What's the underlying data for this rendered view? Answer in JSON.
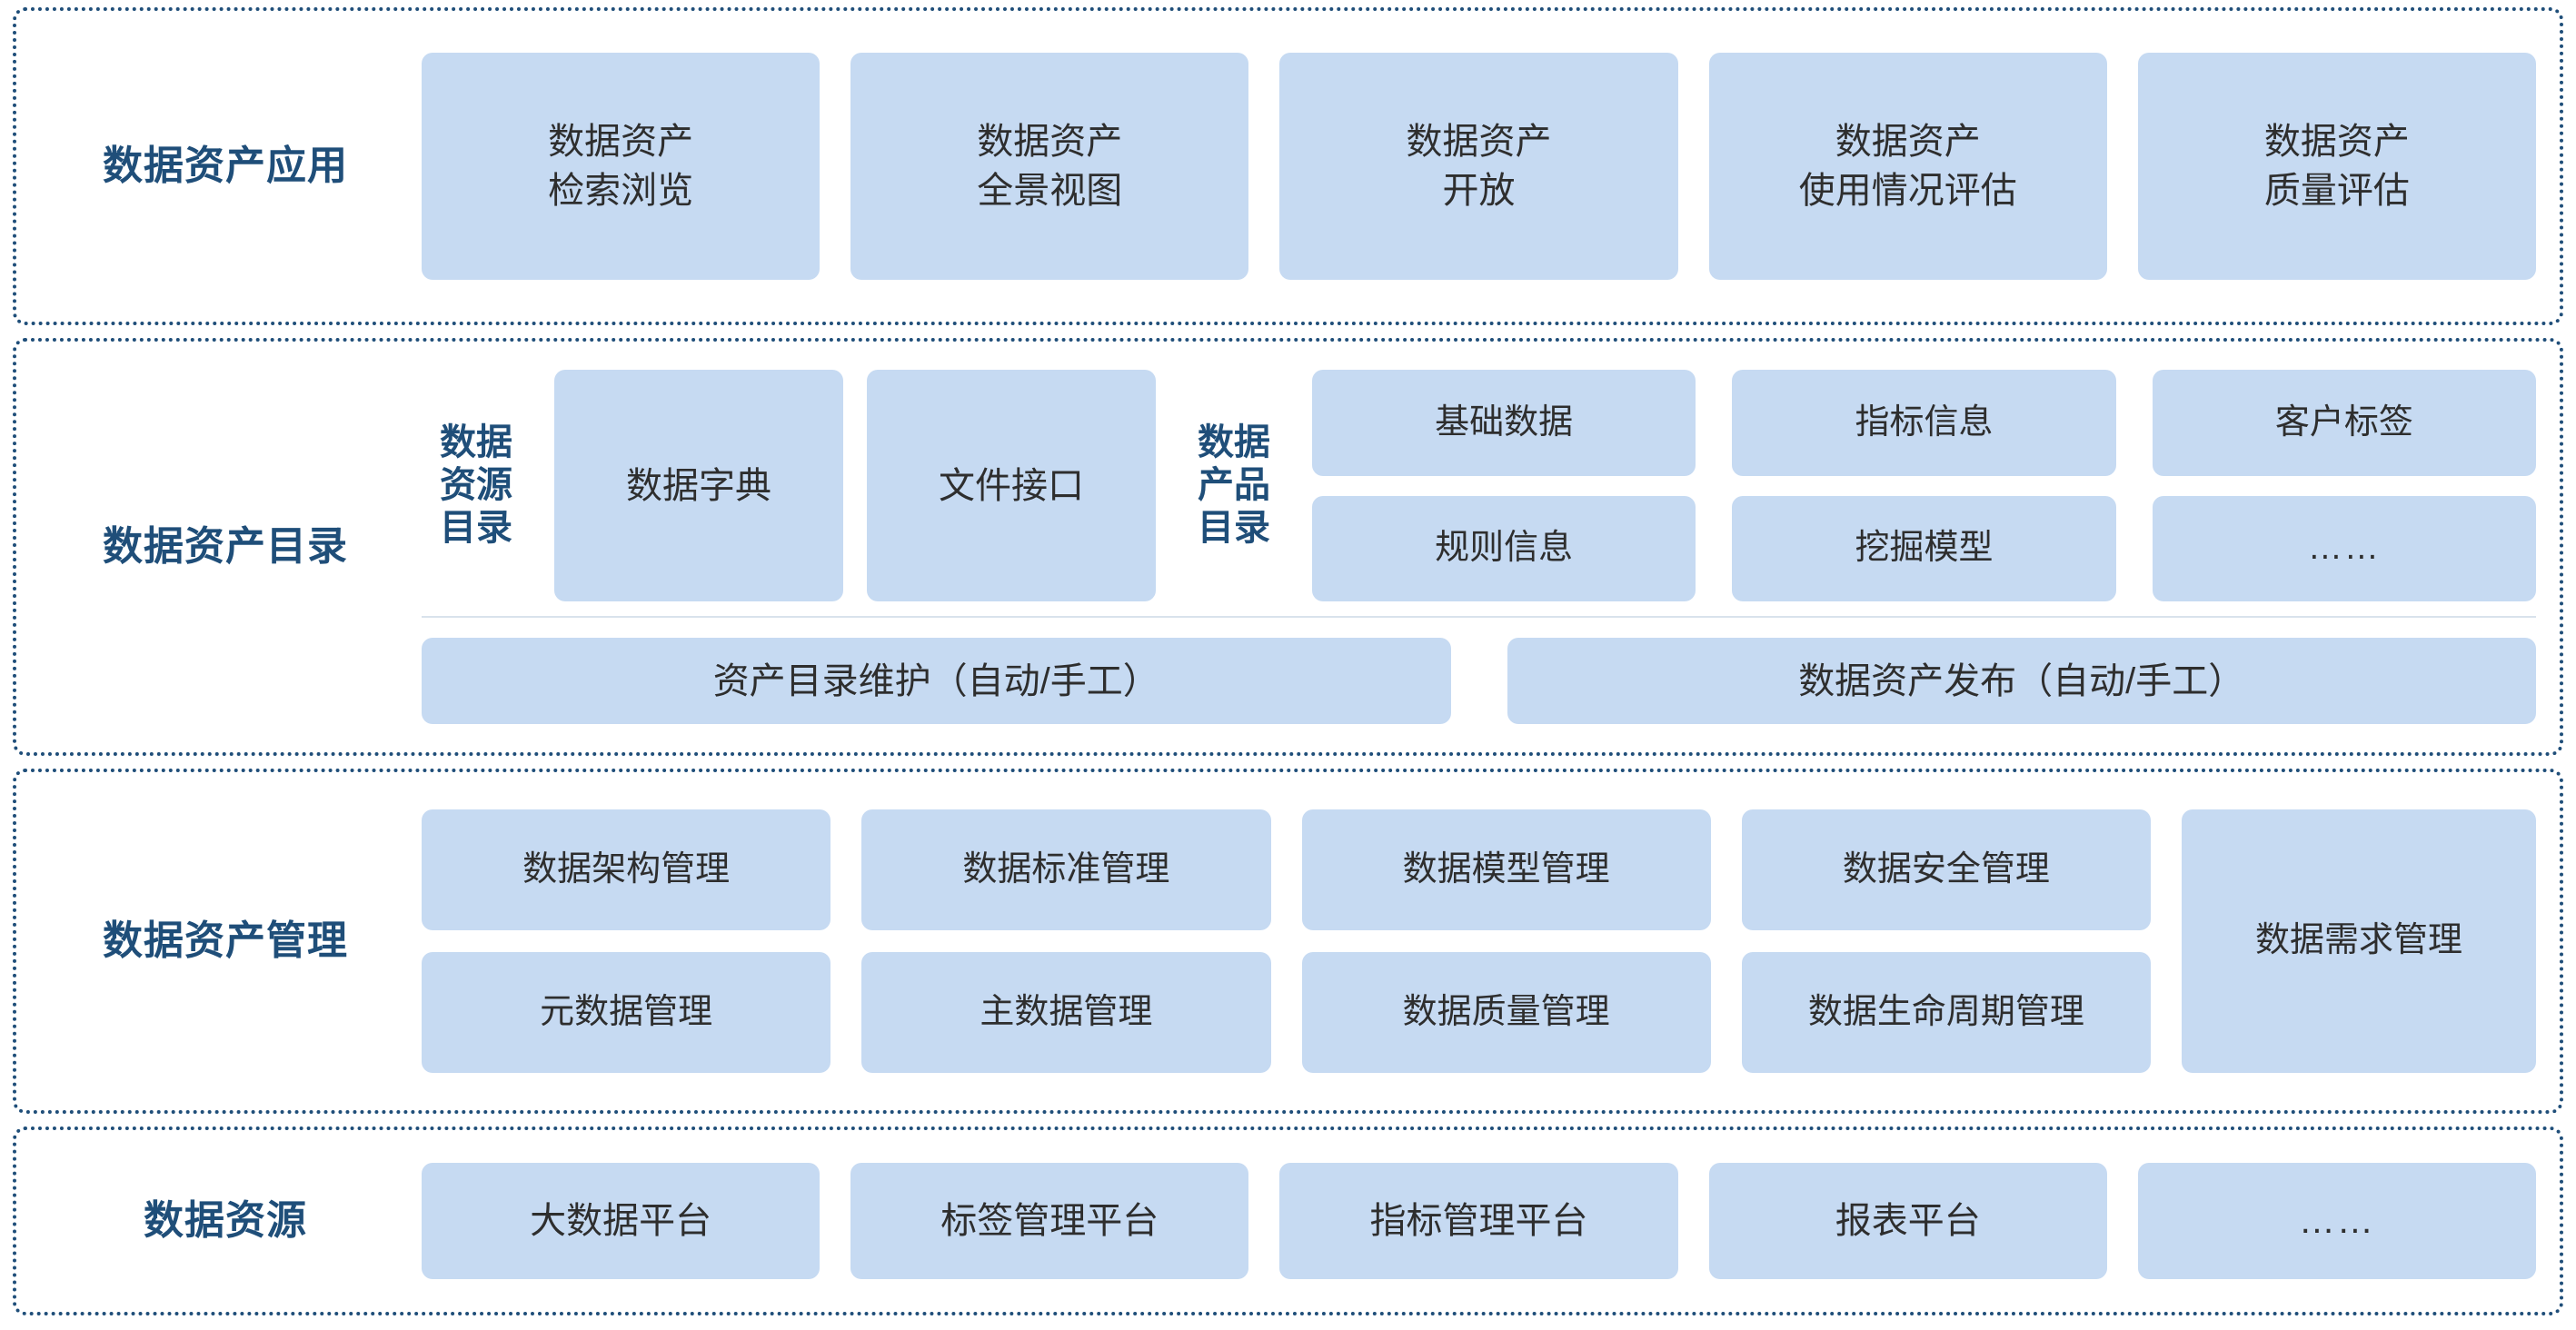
{
  "theme": {
    "accent_navy": "#1F4E79",
    "tile_fill": "#C6DAF2",
    "tile_text": "#2E2E2E",
    "page_bg": "#FFFFFF"
  },
  "sections": [
    {
      "id": "data-asset-application",
      "label": "数据资产应用",
      "tiles": [
        "数据资产\n检索浏览",
        "数据资产\n全景视图",
        "数据资产\n开放",
        "数据资产\n使用情况评估",
        "数据资产\n质量评估"
      ]
    },
    {
      "id": "data-asset-catalog",
      "label": "数据资产目录",
      "resource_catalog_label": "数据\n资源\n目录",
      "resource_tiles": [
        "数据字典",
        "文件接口"
      ],
      "product_catalog_label": "数据\n产品\n目录",
      "product_tiles": [
        "基础数据",
        "指标信息",
        "客户标签",
        "规则信息",
        "挖掘模型",
        "……"
      ],
      "bottom_tiles": [
        "资产目录维护（自动/手工）",
        "数据资产发布（自动/手工）"
      ]
    },
    {
      "id": "data-asset-management",
      "label": "数据资产管理",
      "grid_tiles": [
        "数据架构管理",
        "数据标准管理",
        "数据模型管理",
        "数据安全管理",
        "元数据管理",
        "主数据管理",
        "数据质量管理",
        "数据生命周期管理"
      ],
      "tall_tile": "数据需求管理"
    },
    {
      "id": "data-resource",
      "label": "数据资源",
      "tiles": [
        "大数据平台",
        "标签管理平台",
        "指标管理平台",
        "报表平台",
        "……"
      ]
    }
  ]
}
